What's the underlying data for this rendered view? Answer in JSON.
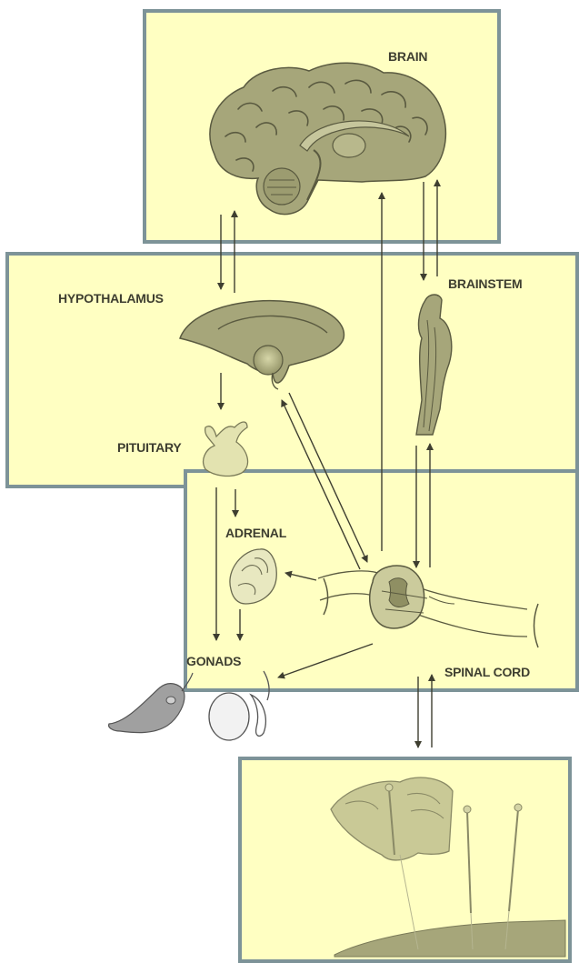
{
  "labels": {
    "brain": "BRAIN",
    "hypothalamus": "HYPOTHALAMUS",
    "brainstem": "BRAINSTEM",
    "pituitary": "PITUITARY",
    "adrenal": "ADRENAL",
    "gonads": "GONADS",
    "spinal_cord": "SPINAL CORD"
  },
  "colors": {
    "panel_fill": "#ffffc2",
    "panel_border": "#7d9398",
    "organ_fill": "#a6a67a",
    "arrow": "#3e3e30"
  },
  "icons": [
    "brain-icon",
    "hypothalamus-icon",
    "brainstem-icon",
    "pituitary-icon",
    "adrenal-icon",
    "spinal-cord-icon",
    "gonads-icon",
    "acupuncture-icon"
  ]
}
